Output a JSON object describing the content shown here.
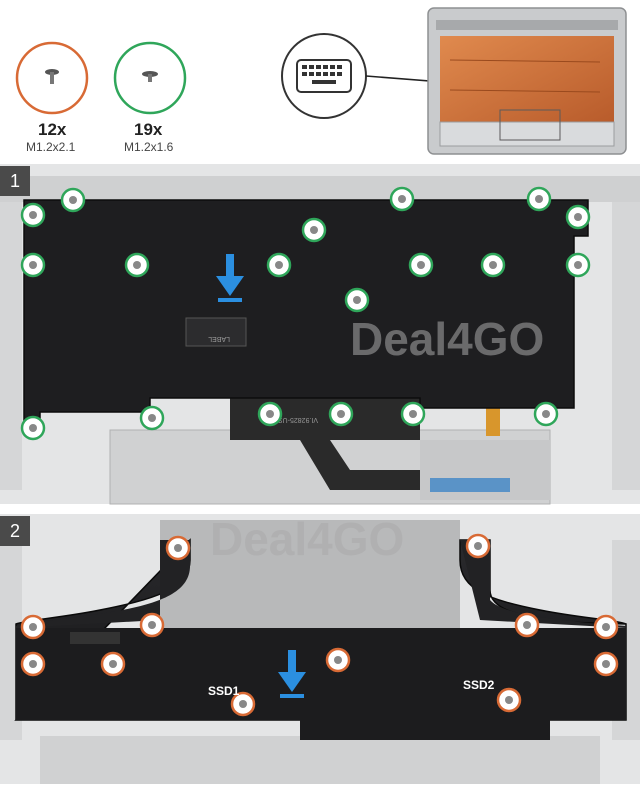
{
  "legend": [
    {
      "count": "12x",
      "size": "M1.2x2.1",
      "color": "#d86a35"
    },
    {
      "count": "19x",
      "size": "M1.2x1.6",
      "color": "#2fa65a"
    }
  ],
  "steps": [
    {
      "number": "1"
    },
    {
      "number": "2"
    }
  ],
  "labels": {
    "ssd1": "SSD1",
    "ssd2": "SSD2",
    "watermark": "Deal4GO",
    "label_tag": "LABEL",
    "keyboard_code": "VI.92825-US"
  },
  "colors": {
    "green_screw": "#2fa65a",
    "orange_screw": "#d86a35",
    "arrow": "#2b8fe0",
    "plate": "#1c1c1e",
    "step_badge": "#4a4a4a"
  },
  "icons": {
    "keyboard": "keyboard-icon",
    "arrow": "arrow-down-icon"
  }
}
